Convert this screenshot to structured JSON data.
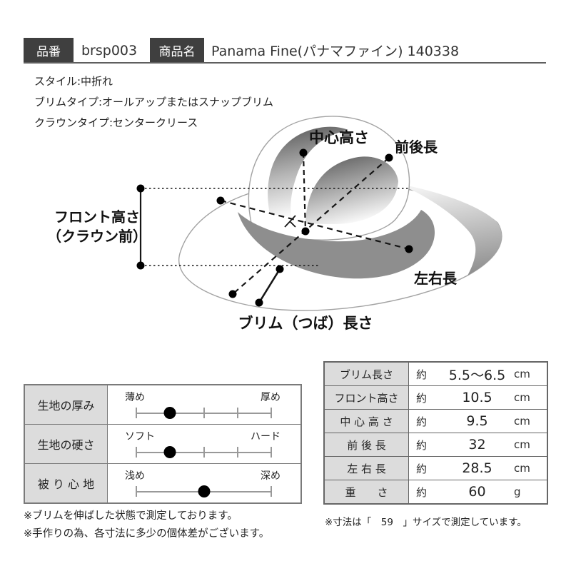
{
  "header": {
    "item_code_label": "品番",
    "item_code": "brsp003",
    "product_name_label": "商品名",
    "product_name": "Panama Fine(パナマファイン) 140338"
  },
  "details": [
    "スタイル:中折れ",
    "ブリムタイプ:オールアップまたはスナップブリム",
    "クラウンタイプ:センタークリース"
  ],
  "diagram": {
    "center_height": "中心高さ",
    "front_back_length": "前後長",
    "front_height_line1": "フロント高さ",
    "front_height_line2": "（クラウン前）",
    "left_right_length": "左右長",
    "brim_length": "ブリム（つば）長さ"
  },
  "feel_table": {
    "rows": [
      {
        "label": "生地の厚み",
        "min": "薄め",
        "max": "厚め",
        "value_percent": 25
      },
      {
        "label": "生地の硬さ",
        "min": "ソフト",
        "max": "ハード",
        "value_percent": 25
      },
      {
        "label": "被 り 心 地",
        "min": "浅め",
        "max": "深め",
        "value_percent": 50
      }
    ]
  },
  "size_table": {
    "rows": [
      {
        "label": "ブリム長さ",
        "approx": "約",
        "value": "5.5～6.5",
        "unit": "cm"
      },
      {
        "label": "フロント高さ",
        "approx": "約",
        "value": "10.5",
        "unit": "cm"
      },
      {
        "label": "中 心 高 さ",
        "approx": "約",
        "value": "9.5",
        "unit": "cm"
      },
      {
        "label": "前 後 長",
        "approx": "約",
        "value": "32",
        "unit": "cm"
      },
      {
        "label": "左 右 長",
        "approx": "約",
        "value": "28.5",
        "unit": "cm"
      },
      {
        "label": "重　　さ",
        "approx": "約",
        "value": "60",
        "unit": "g"
      }
    ]
  },
  "notes": {
    "left": [
      "※ブリムを伸ばした状態で測定しております。",
      "※手作りの為、各寸法に多少の個体差がございます。"
    ],
    "right": "※寸法は「　59　」サイズで測定しています。"
  },
  "colors": {
    "label_box_bg": "#3f3f3f",
    "table_header_bg": "#dcdcdc",
    "table_border": "#666666",
    "band_gray": "#8e8e8e"
  }
}
